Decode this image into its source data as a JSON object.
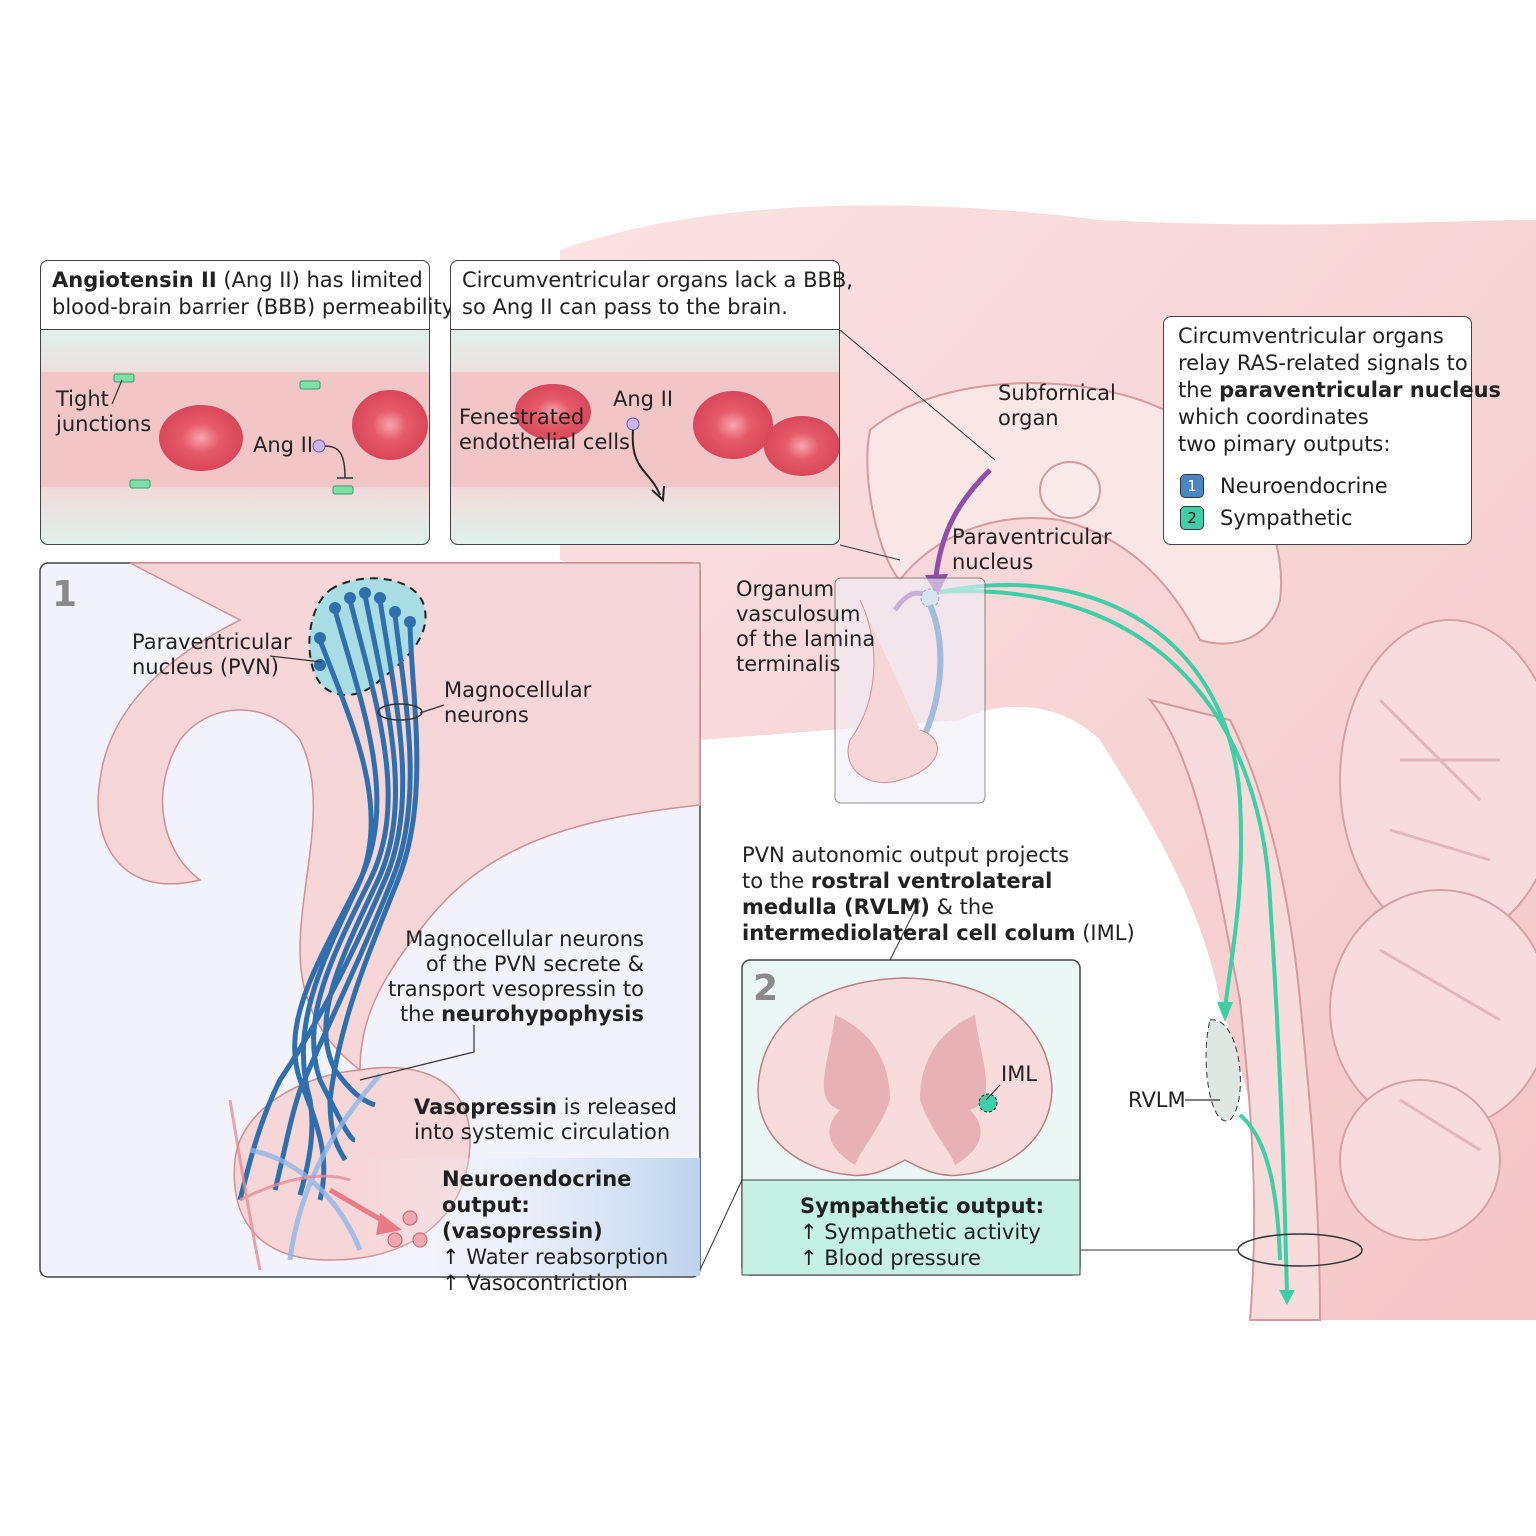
{
  "panel_bbb": {
    "title_bold": "Angiotensin II",
    "title_rest": " (Ang II) has limited\nblood-brain barrier (BBB) permeability.",
    "tight_junctions": "Tight\njunctions",
    "ang2": "Ang II"
  },
  "panel_cvo": {
    "title": "Circumventricular organs lack a BBB,\nso Ang II can pass to the brain.",
    "fenestrated": "Fenestrated\nendothelial cells",
    "ang2": "Ang II"
  },
  "legend": {
    "intro_1": "Circumventricular organs\nrelay RAS-related signals to\nthe ",
    "intro_bold": "paraventricular nucleus",
    "intro_2": "\nwhich coordinates\ntwo pimary outputs:",
    "items": [
      {
        "num": "1",
        "label": "Neuroendocrine",
        "color": "#4a86c4"
      },
      {
        "num": "2",
        "label": "Sympathetic",
        "color": "#3ecfa6"
      }
    ]
  },
  "brain_labels": {
    "subfornical": "Subfornical\norgan",
    "pvn": "Paraventricular\nnucleus",
    "ovlt": "Organum\nvasculosum\nof the lamina\nterminalis",
    "rvlm": "RVLM"
  },
  "panel1": {
    "number": "1",
    "pvn_label": "Paraventricular\nnucleus (PVN)",
    "magno": "Magnocellular\nneurons",
    "magno_desc": "Magnocellular neurons\nof the PVN secrete &\ntransport vesopressin to\nthe ",
    "magno_desc_bold": "neurohypophysis",
    "vaso_bold": "Vasopressin",
    "vaso_rest": " is released\ninto systemic circulation",
    "output_title": "Neuroendocrine output:\n(vasopressin)",
    "output_items": [
      "↑ Water reabsorption",
      "↑ Vasocontriction"
    ]
  },
  "pvn_autonomic": {
    "line1": "PVN autonomic output projects",
    "line2_pre": "to the ",
    "line2_bold": "rostral ventrolateral",
    "line3_bold": "medulla (RVLM)",
    "line3_rest": " & the",
    "line4_bold": "intermediolateral cell colum",
    "line4_rest": " (IML)"
  },
  "panel2": {
    "number": "2",
    "iml": "IML",
    "output_title": "Sympathetic output:",
    "output_items": [
      "↑ Sympathetic activity",
      "↑ Blood pressure"
    ]
  },
  "colors": {
    "neuro_blue": "#2f6fae",
    "symp_green": "#3ecfa6",
    "brain_pink": "#f6cfd0",
    "rbc_red": "#e85a66"
  }
}
